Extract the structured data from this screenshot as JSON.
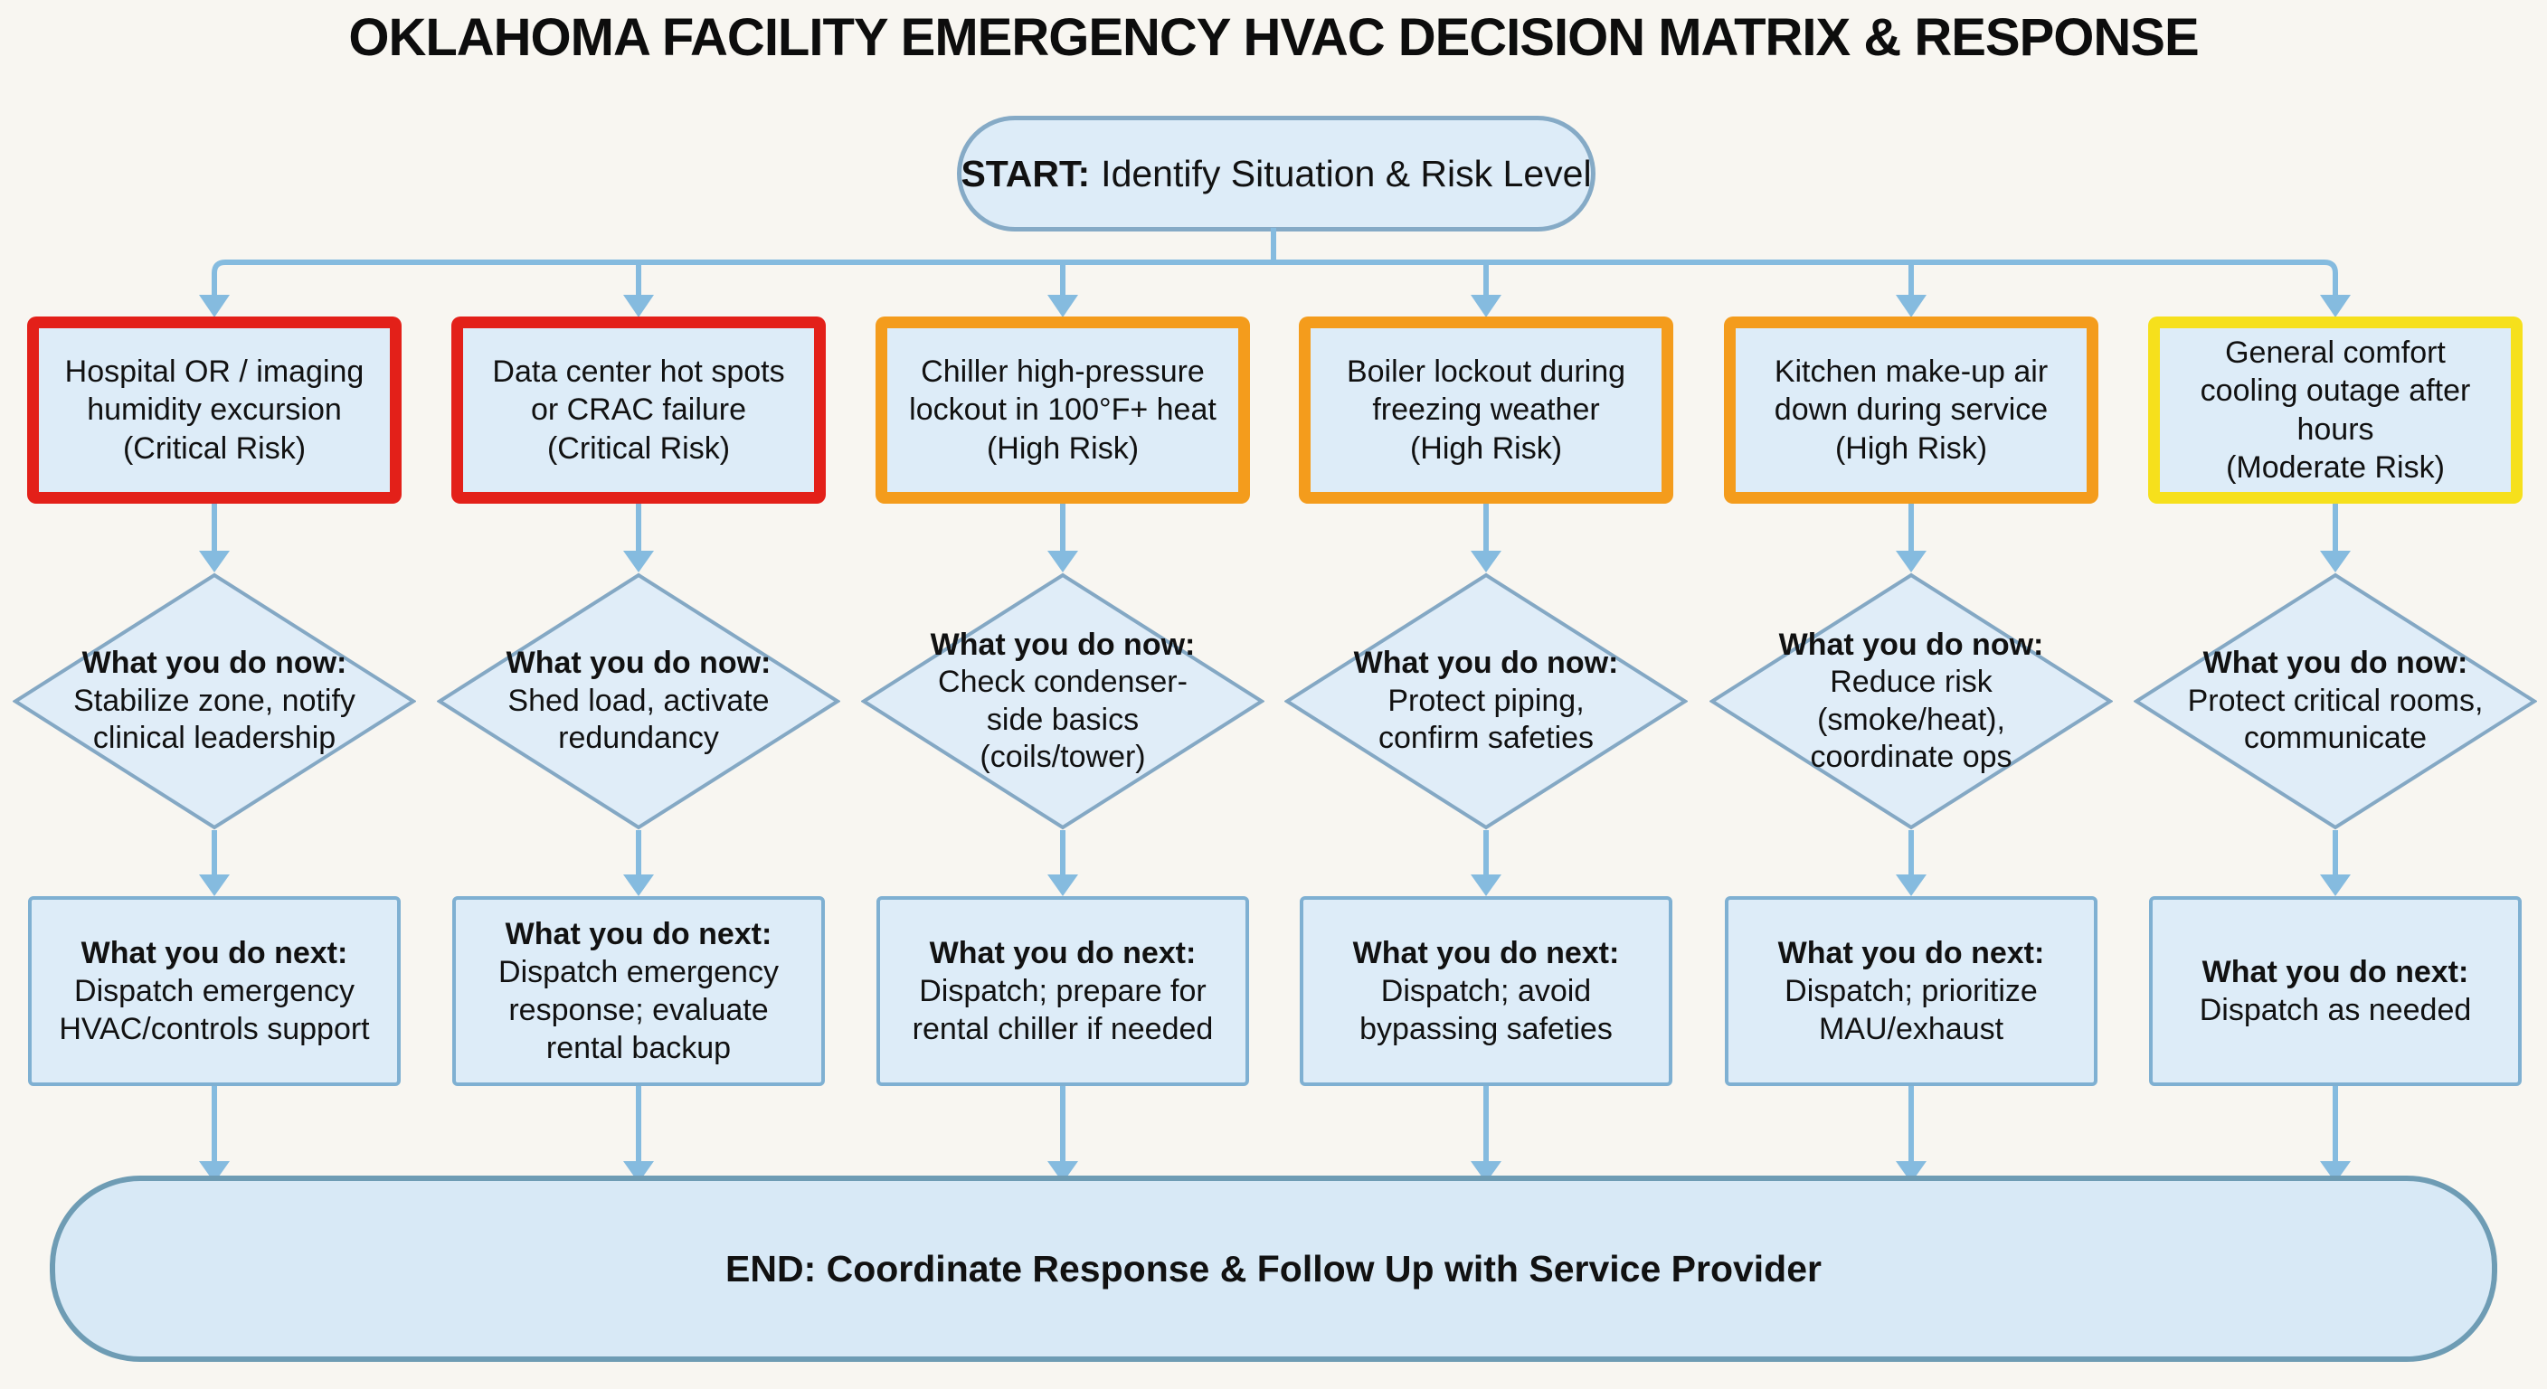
{
  "title": "OKLAHOMA FACILITY EMERGENCY HVAC DECISION MATRIX & RESPONSE",
  "start": {
    "prefix": "START:",
    "text": "Identify Situation & Risk Level"
  },
  "end": {
    "text": "END: Coordinate Response & Follow Up with Service Provider"
  },
  "labels": {
    "now": "What you do now:",
    "next": "What you do next:"
  },
  "colors": {
    "background": "#f8f6f1",
    "node_fill": "#ddecf8",
    "node_border_blue": "#85aac6",
    "diamond_border": "#84a8c4",
    "arrow": "#85bbdf",
    "end_border": "#6e9cb4",
    "critical": "#e32019",
    "high": "#f49c1c",
    "moderate": "#f6e01c",
    "text": "#111111"
  },
  "columns": [
    {
      "situation": "Hospital OR / imaging humidity excursion",
      "risk": "(Critical Risk)",
      "border": "#e32019",
      "now": "Stabilize zone, notify clinical leadership",
      "next": "Dispatch emergency HVAC/controls support"
    },
    {
      "situation": "Data center hot spots or CRAC failure",
      "risk": "(Critical Risk)",
      "border": "#e32019",
      "now": "Shed load, activate redundancy",
      "next": "Dispatch emergency response; evaluate rental backup"
    },
    {
      "situation": "Chiller high-pressure lockout in 100°F+ heat",
      "risk": "(High Risk)",
      "border": "#f49c1c",
      "now": "Check condenser-side basics (coils/tower)",
      "next": "Dispatch; prepare for rental chiller if needed"
    },
    {
      "situation": "Boiler lockout during freezing weather",
      "risk": "(High Risk)",
      "border": "#f49c1c",
      "now": "Protect piping, confirm safeties",
      "next": "Dispatch; avoid bypassing safeties"
    },
    {
      "situation": "Kitchen make-up air down during service",
      "risk": "(High Risk)",
      "border": "#f49c1c",
      "now": "Reduce risk (smoke/heat), coordinate ops",
      "next": "Dispatch; prioritize MAU/exhaust"
    },
    {
      "situation": "General comfort cooling outage after hours",
      "risk": "(Moderate Risk)",
      "border": "#f6e01c",
      "now": "Protect critical rooms, communicate",
      "next": "Dispatch as needed"
    }
  ]
}
